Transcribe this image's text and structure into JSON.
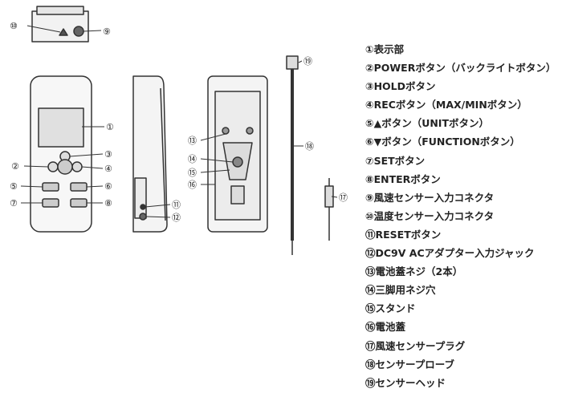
{
  "callouts": [
    "⑩",
    "⑨",
    "①",
    "②",
    "③",
    "④",
    "⑤",
    "⑥",
    "⑦",
    "⑧",
    "⑪",
    "⑫",
    "⑬",
    "⑭",
    "⑮",
    "⑯",
    "⑲",
    "⑱",
    "⑰"
  ],
  "legend": [
    "①表示部",
    "②POWERボタン（バックライトボタン）",
    "③HOLDボタン",
    "④RECボタン（MAX/MINボタン）",
    "⑤▲ボタン（UNITボタン）",
    "⑥▼ボタン（FUNCTIONボタン）",
    "⑦SETボタン",
    "⑧ENTERボタン",
    "⑨風速センサー入力コネクタ",
    "⑩温度センサー入力コネクタ",
    "⑪RESETボタン",
    "⑫DC9V ACアダプター入力ジャック",
    "⑬電池蓋ネジ（2本）",
    "⑭三脚用ネジ穴",
    "⑮スタンド",
    "⑯電池蓋",
    "⑰風速センサープラグ",
    "⑱センサープローブ",
    "⑲センサーヘッド"
  ]
}
